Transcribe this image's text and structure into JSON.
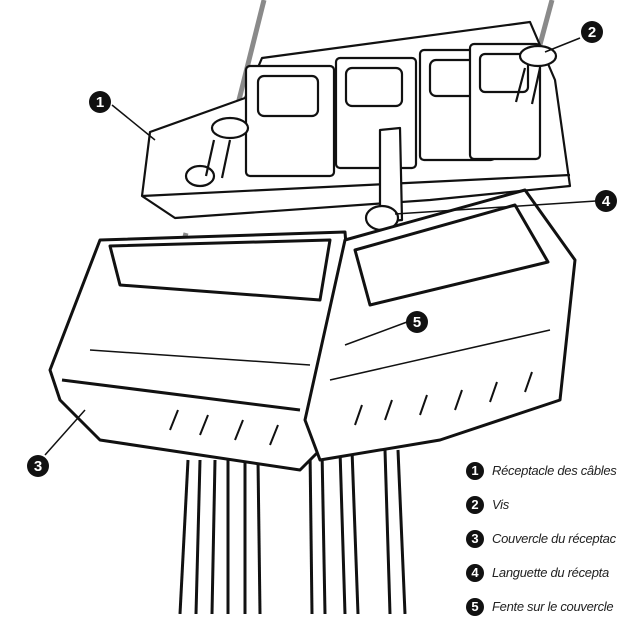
{
  "callouts": [
    "1",
    "2",
    "3",
    "4",
    "5"
  ],
  "legend": [
    {
      "number": "1",
      "label": "Réceptacle des câbles"
    },
    {
      "number": "2",
      "label": "Vis"
    },
    {
      "number": "3",
      "label": "Couvercle du réceptac"
    },
    {
      "number": "4",
      "label": "Languette du récepta"
    },
    {
      "number": "5",
      "label": "Fente sur le couvercle"
    }
  ],
  "colors": {
    "line": "#111111",
    "screw_guide": "#8a8a8a",
    "callout_fill": "#111111"
  }
}
